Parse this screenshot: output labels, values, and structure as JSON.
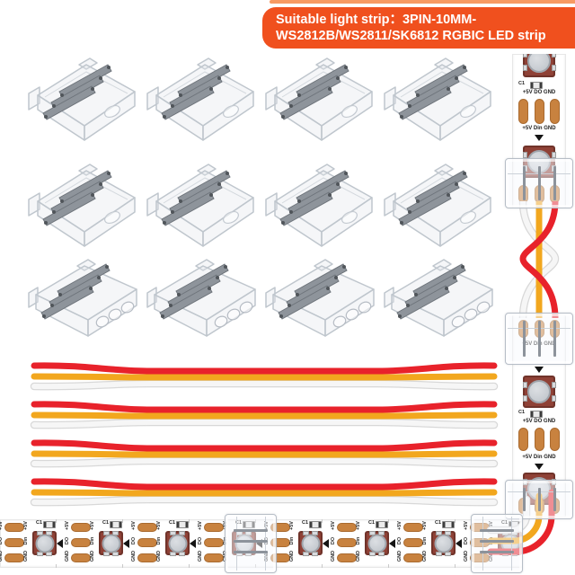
{
  "banner": {
    "line1": "Suitable light strip：3PIN-10MM-",
    "line2": "WS2812B/WS2811/SK6812 RGBIC LED strip",
    "bg_color": "#F0501E",
    "accent_bar_color": "#F79A63",
    "text_color": "#FFFFFF"
  },
  "connectors": {
    "count": 12,
    "rows": 3,
    "cols": 4,
    "pin_count": 3,
    "style": "transparent solderless clip connector"
  },
  "cables": {
    "count": 4,
    "wire_names": [
      "red-wire",
      "yellow-wire",
      "white-wire"
    ],
    "colors": {
      "red": "#E8222B",
      "yellow": "#F2A71E",
      "white": "#F6F6F6",
      "white_edge": "#D8D8D8"
    }
  },
  "led_strip": {
    "labels": {
      "power": "+5V",
      "data_out": "DO",
      "data_in": "Din",
      "ground": "GND",
      "component": "C1",
      "pad_row_out": "+5V DO GND",
      "pad_row_in": "+5V Din GND"
    },
    "pad_color": "#C8823F",
    "led_body_color": "#8F4136",
    "bottom_strip_led_count": 8,
    "vertical_strip_led_count": 4
  }
}
